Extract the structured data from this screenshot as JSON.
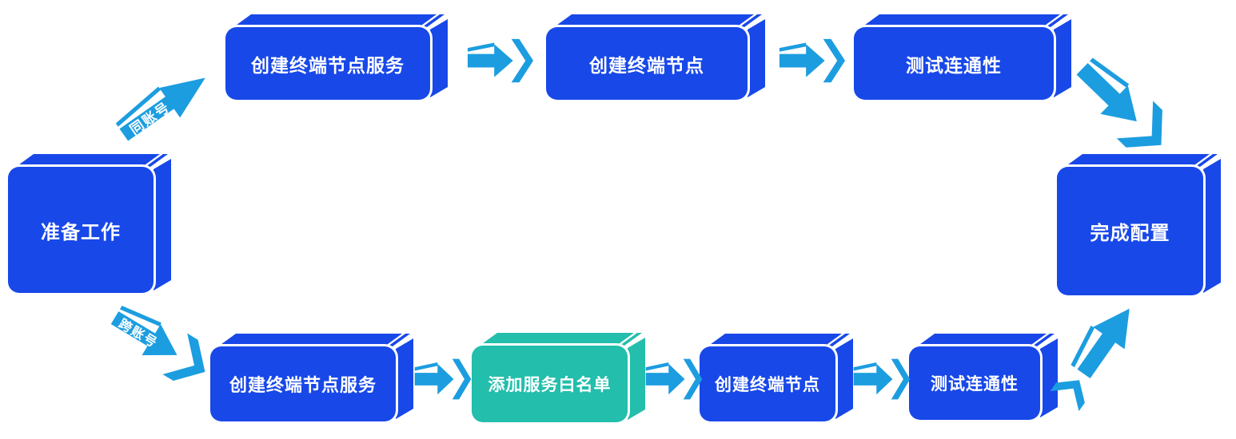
{
  "flow": {
    "nodes": [
      {
        "id": "prepare",
        "label": "准备工作",
        "color": "#1848E8"
      },
      {
        "id": "same-create-endpoint-service",
        "label": "创建终端节点服务",
        "color": "#1848E8"
      },
      {
        "id": "same-create-endpoint",
        "label": "创建终端节点",
        "color": "#1848E8"
      },
      {
        "id": "same-test-connectivity",
        "label": "测试连通性",
        "color": "#1848E8"
      },
      {
        "id": "finish",
        "label": "完成配置",
        "color": "#1848E8"
      },
      {
        "id": "cross-create-endpoint-service",
        "label": "创建终端节点服务",
        "color": "#1848E8"
      },
      {
        "id": "cross-add-service-whitelist",
        "label": "添加服务白名单",
        "color": "#23BEAC"
      },
      {
        "id": "cross-create-endpoint",
        "label": "创建终端节点",
        "color": "#1848E8"
      },
      {
        "id": "cross-test-connectivity",
        "label": "测试连通性",
        "color": "#1848E8"
      }
    ],
    "branch_labels": {
      "same_account": "同账号",
      "cross_account": "跨账号"
    },
    "colors": {
      "node_blue": "#1848E8",
      "node_teal": "#23BEAC",
      "arrow_blue": "#1C9DE0",
      "label_text": "#FFFFFF",
      "background": "#FFFFFF"
    }
  }
}
